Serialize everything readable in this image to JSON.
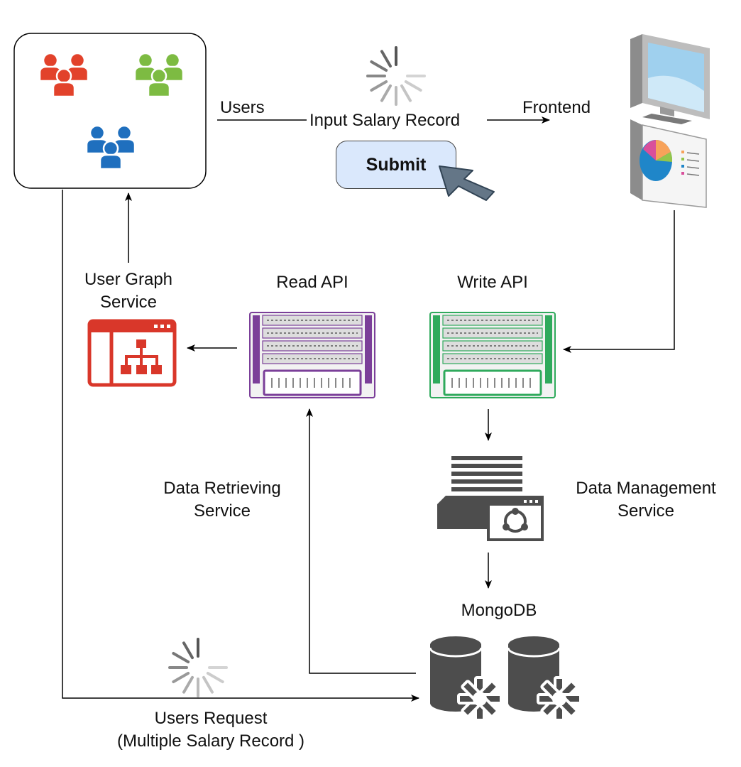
{
  "nodes": {
    "users_group": {
      "edge_label": "Users"
    },
    "input_action": {
      "label": "Input Salary Record",
      "button_label": "Submit"
    },
    "frontend": {
      "label": "Frontend"
    },
    "user_graph_service": {
      "label_line1": "User Graph",
      "label_line2": "Service"
    },
    "read_api": {
      "label": "Read API"
    },
    "write_api": {
      "label": "Write API"
    },
    "data_retrieving_service": {
      "label_line1": "Data Retrieving",
      "label_line2": "Service"
    },
    "data_management_service": {
      "label_line1": "Data Management",
      "label_line2": "Service"
    },
    "mongodb": {
      "label": "MongoDB"
    },
    "users_request": {
      "label_line1": "Users Request",
      "label_line2": "(Multiple Salary Record )"
    }
  },
  "colors": {
    "users_red": "#e2422b",
    "users_green": "#7dbb42",
    "users_blue": "#1f6fbe",
    "read_api_purple": "#7b3f99",
    "write_api_green": "#2faa5c",
    "user_graph_red": "#d9372a",
    "dark_gray": "#4d4d4d",
    "submit_fill": "#dae8fc",
    "cursor_fill": "#647687"
  },
  "icons": [
    "users-group-red-icon",
    "users-group-green-icon",
    "users-group-blue-icon",
    "spinner-icon",
    "cursor-arrow-icon",
    "desktop-monitor-icon",
    "pie-chart-display-icon",
    "org-chart-window-icon",
    "server-rack-icon",
    "data-management-icon",
    "database-gear-icon"
  ]
}
